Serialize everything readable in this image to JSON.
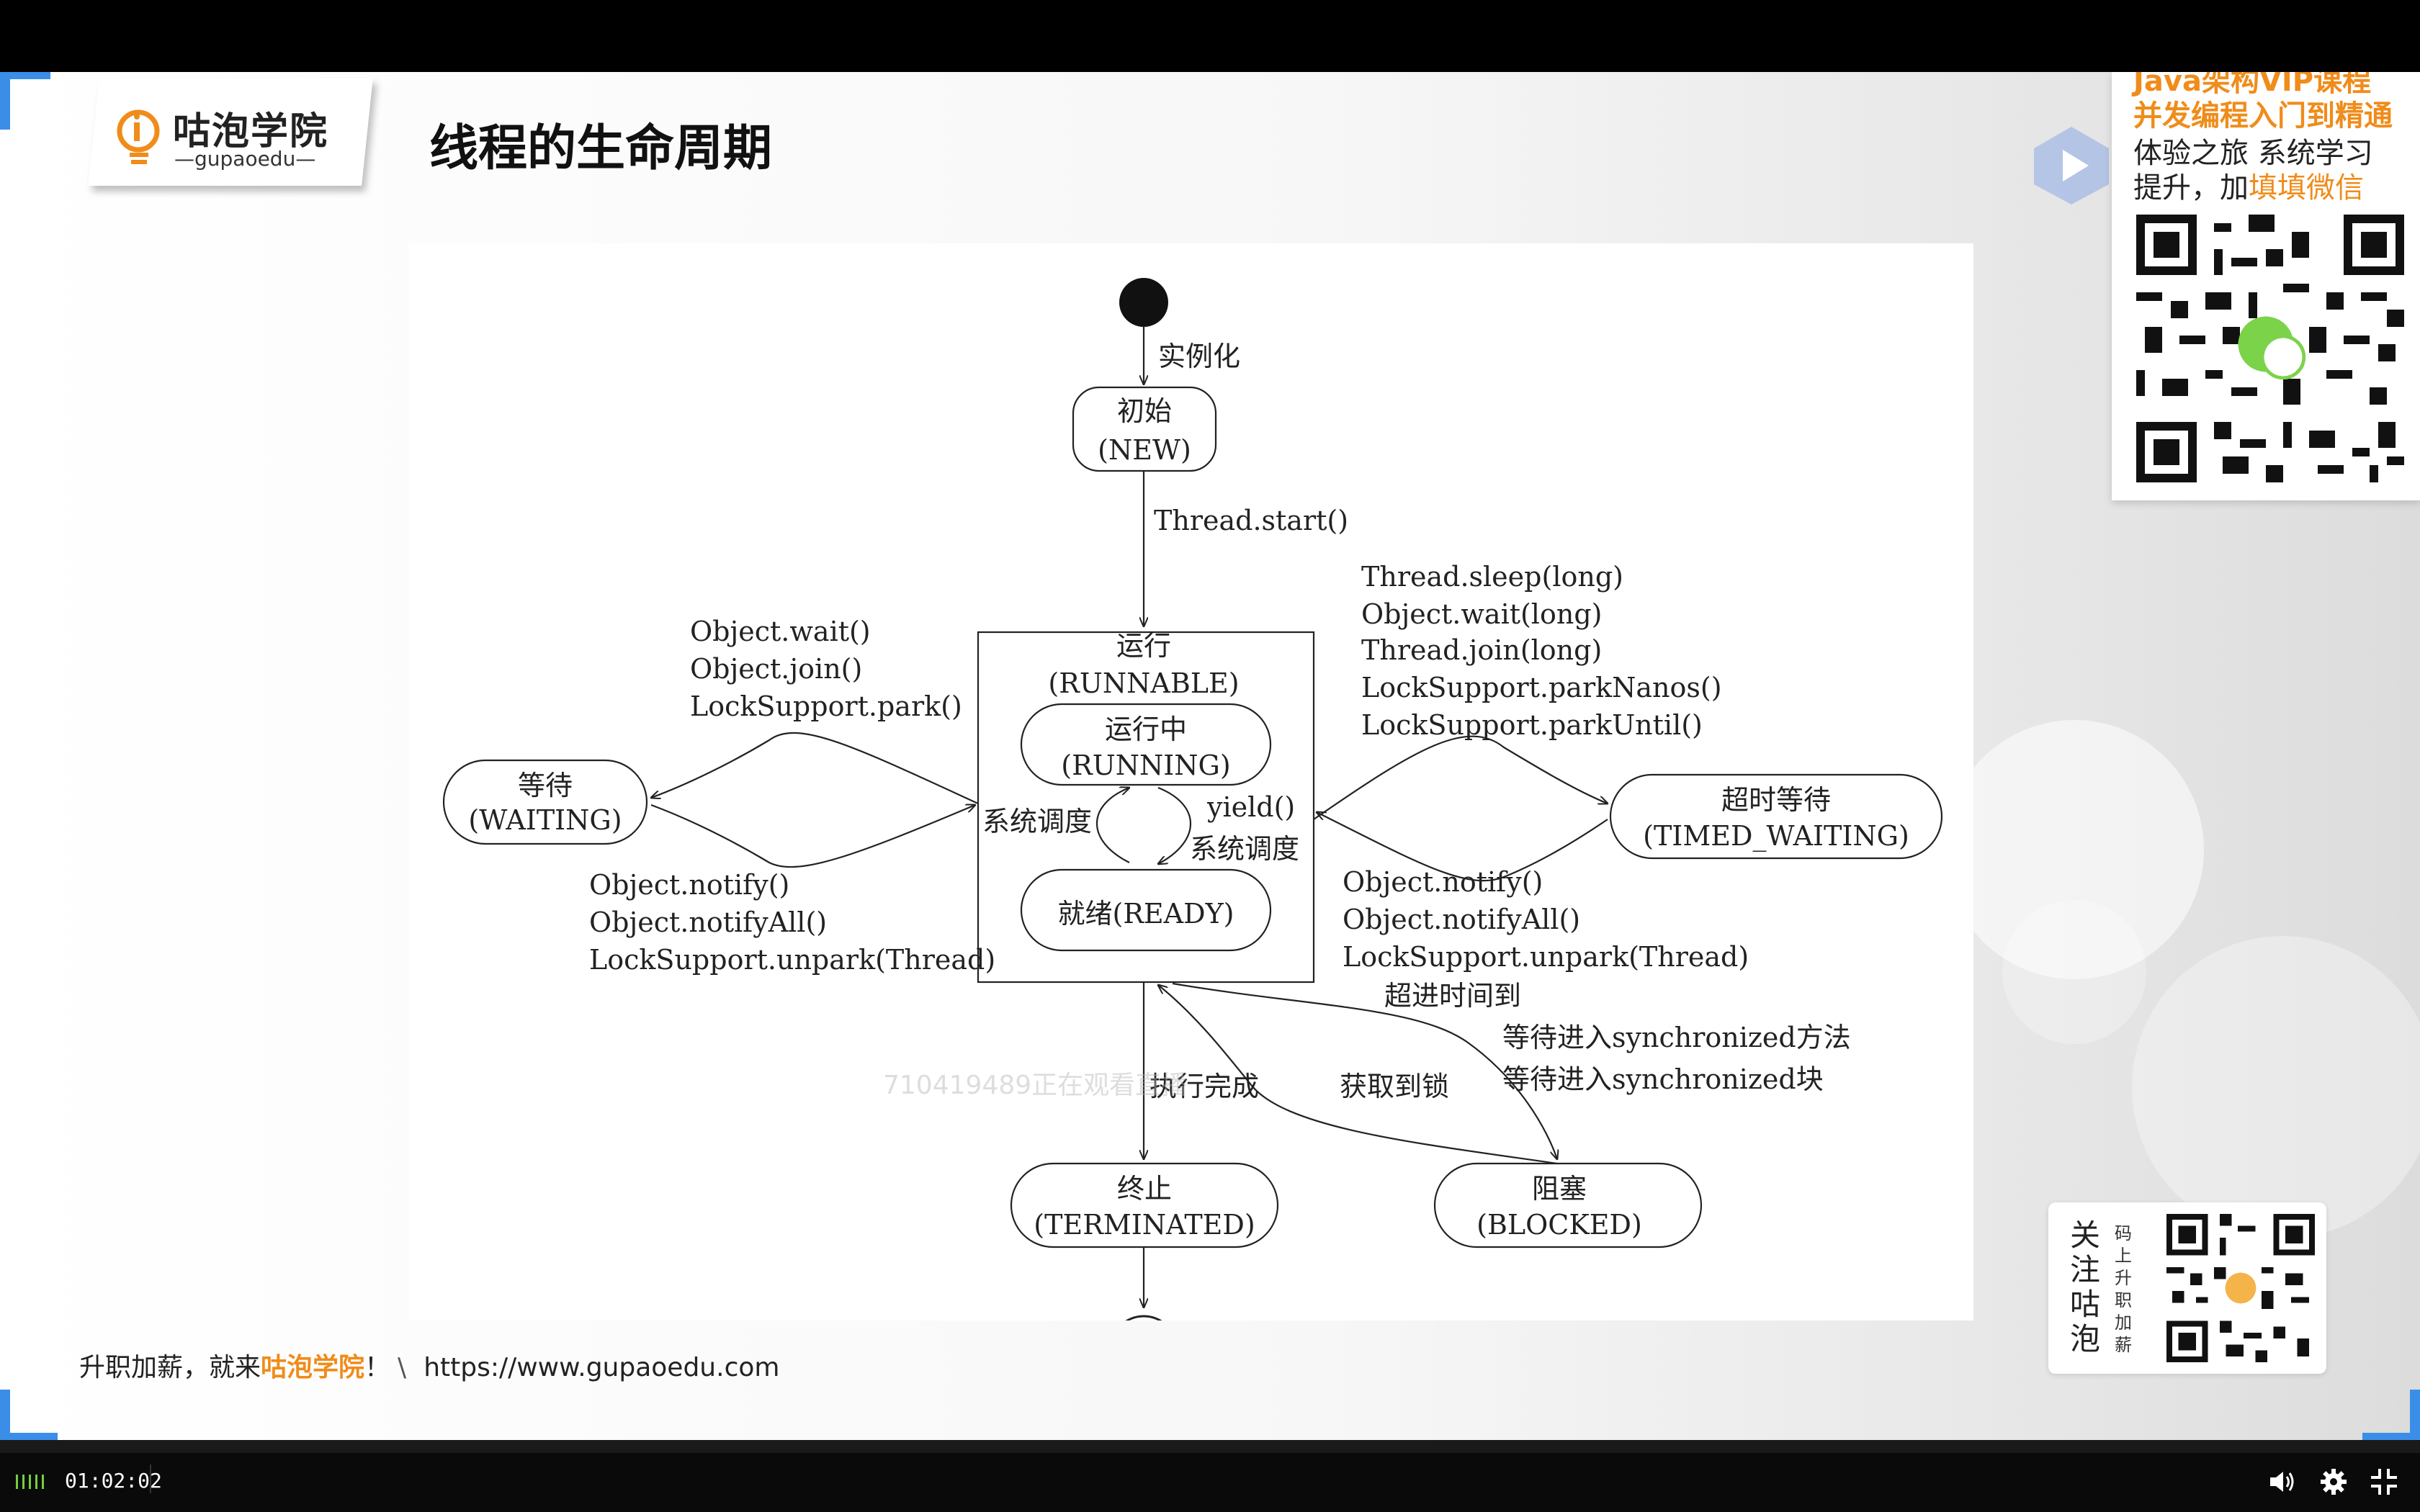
{
  "slide": {
    "logo_cn": "咕泡学院",
    "logo_en": "—gupaoedu—",
    "title": "线程的生命周期",
    "watermark": "710419489正在观看直播"
  },
  "promo": {
    "line1": "Java架构VIP课程",
    "line2": "并发编程入门到精通",
    "line3": "体验之旅 系统学习",
    "line4_prefix": "提升，加",
    "line4_accent": "填填微信"
  },
  "follow": {
    "big": "关注咕泡",
    "small": "码上升职加薪"
  },
  "footer": {
    "slogan_prefix": "升职加薪，就来",
    "slogan_accent": "咕泡学院",
    "slogan_suffix": "！",
    "sep": "\\",
    "url": "https://www.gupaoedu.com"
  },
  "player": {
    "time": "01:02:02",
    "icons": [
      "volume-icon",
      "settings-gear-icon",
      "exit-fullscreen-icon"
    ]
  },
  "diagram": {
    "instantiate": "实例化",
    "new_cn": "初始",
    "new_en": "(NEW)",
    "thread_start": "Thread.start()",
    "runnable_cn": "运行",
    "runnable_en": "(RUNNABLE)",
    "running_cn": "运行中",
    "running_en": "(RUNNING)",
    "yield": "yield()",
    "sched_left": "系统调度",
    "sched_right": "系统调度",
    "ready": "就绪(READY)",
    "waiting_cn": "等待",
    "waiting_en": "(WAITING)",
    "wait_in": [
      "Object.wait()",
      "Object.join()",
      "LockSupport.park()"
    ],
    "wait_out": [
      "Object.notify()",
      "Object.notifyAll()",
      "LockSupport.unpark(Thread)"
    ],
    "timed_cn": "超时等待",
    "timed_en": "(TIMED_WAITING)",
    "timed_in": [
      "Thread.sleep(long)",
      "Object.wait(long)",
      "Thread.join(long)",
      "LockSupport.parkNanos()",
      "LockSupport.parkUntil()"
    ],
    "timed_out": [
      "Object.notify()",
      "Object.notifyAll()",
      "LockSupport.unpark(Thread)"
    ],
    "timeout": "超进时间到",
    "enter_sync": [
      "等待进入synchronized方法",
      "等待进入synchronized块"
    ],
    "exec_done": "执行完成",
    "acquire_lock": "获取到锁",
    "terminated_cn": "终止",
    "terminated_en": "(TERMINATED)",
    "blocked_cn": "阻塞",
    "blocked_en": "(BLOCKED)"
  }
}
